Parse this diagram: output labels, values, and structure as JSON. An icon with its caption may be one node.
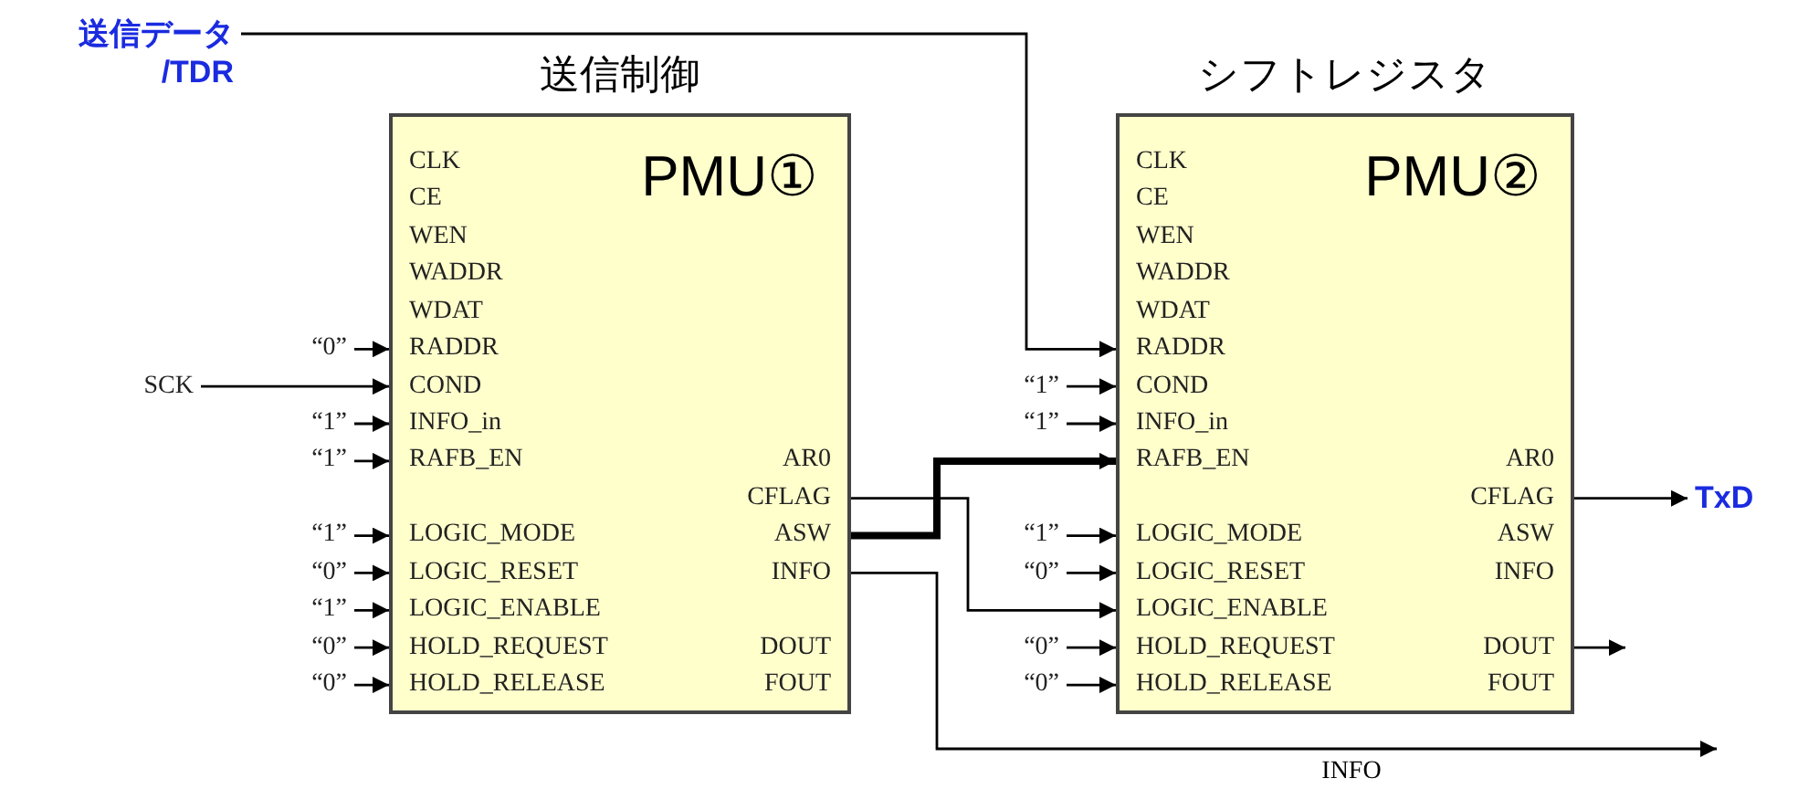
{
  "diagram": {
    "nodes": [
      {
        "text": [
          "送信データ /TDR"
        ]
      },
      {
        "text": [
          "送信制御",
          "PMU①"
        ]
      },
      {
        "text": [
          "CLK"
        ],
        "in": 1
      },
      {
        "text": [
          "CE"
        ],
        "in": 1
      },
      {
        "text": [
          "WEN"
        ],
        "in": 1
      },
      {
        "text": [
          "WADDR"
        ],
        "in": 1
      },
      {
        "text": [
          "WDAT"
        ],
        "in": 1
      },
      {
        "text": [
          "RADDR"
        ],
        "in": 1
      },
      {
        "text": [
          "COND"
        ],
        "in": 1
      },
      {
        "text": [
          "INFO_in"
        ],
        "in": 1
      },
      {
        "text": [
          "RAFB_EN"
        ],
        "in": 1
      },
      {
        "text": [
          "LOGIC_MODE"
        ],
        "in": 1
      },
      {
        "text": [
          "LOGIC_RESET"
        ],
        "in": 1
      },
      {
        "text": [
          "LOGIC_ENABLE"
        ],
        "in": 1
      },
      {
        "text": [
          "HOLD_REQUEST"
        ],
        "in": 1
      },
      {
        "text": [
          "HOLD_RELEASE"
        ],
        "in": 1
      },
      {
        "text": [
          "AR0"
        ],
        "in": 1
      },
      {
        "text": [
          "CFLAG"
        ],
        "in": 1
      },
      {
        "text": [
          "ASW"
        ],
        "in": 1
      },
      {
        "text": [
          "INFO"
        ],
        "in": 1
      },
      {
        "text": [
          "DOUT"
        ],
        "in": 1
      },
      {
        "text": [
          "FOUT"
        ],
        "in": 1
      },
      {
        "text": [
          "シフトレジスタ",
          "PMU②"
        ]
      },
      {
        "text": [
          "CLK"
        ],
        "in": 22
      },
      {
        "text": [
          "CE"
        ],
        "in": 22
      },
      {
        "text": [
          "WEN"
        ],
        "in": 22
      },
      {
        "text": [
          "WADDR"
        ],
        "in": 22
      },
      {
        "text": [
          "WDAT"
        ],
        "in": 22
      },
      {
        "text": [
          "RADDR"
        ],
        "in": 22
      },
      {
        "text": [
          "COND"
        ],
        "in": 22
      },
      {
        "text": [
          "INFO_in"
        ],
        "in": 22
      },
      {
        "text": [
          "RAFB_EN"
        ],
        "in": 22
      },
      {
        "text": [
          "LOGIC_MODE"
        ],
        "in": 22
      },
      {
        "text": [
          "LOGIC_RESET"
        ],
        "in": 22
      },
      {
        "text": [
          "LOGIC_ENABLE"
        ],
        "in": 22
      },
      {
        "text": [
          "HOLD_REQUEST"
        ],
        "in": 22
      },
      {
        "text": [
          "HOLD_RELEASE"
        ],
        "in": 22
      },
      {
        "text": [
          "AR0"
        ],
        "in": 22
      },
      {
        "text": [
          "CFLAG"
        ],
        "in": 22
      },
      {
        "text": [
          "ASW"
        ],
        "in": 22
      },
      {
        "text": [
          "INFO"
        ],
        "in": 22
      },
      {
        "text": [
          "DOUT"
        ],
        "in": 22
      },
      {
        "text": [
          "FOUT"
        ],
        "in": 22
      },
      {
        "text": [
          "“0”"
        ]
      },
      {
        "text": [
          "SCK"
        ]
      },
      {
        "text": [
          "“1”"
        ]
      },
      {
        "text": [
          "“1”"
        ]
      },
      {
        "text": [
          "“1”"
        ]
      },
      {
        "text": [
          "“0”"
        ]
      },
      {
        "text": [
          "“1”"
        ]
      },
      {
        "text": [
          "“0”"
        ]
      },
      {
        "text": [
          "“0”"
        ]
      },
      {
        "text": [
          "“1”"
        ]
      },
      {
        "text": [
          "“1”"
        ]
      },
      {
        "text": [
          "“1”"
        ]
      },
      {
        "text": [
          "“0”"
        ]
      },
      {
        "text": [
          "“0”"
        ]
      },
      {
        "text": [
          "“0”"
        ]
      },
      {
        "text": [
          "TxD"
        ]
      }
    ],
    "edges": [
      {
        "from": 43,
        "to": 7,
        "arrow": "to"
      },
      {
        "from": 44,
        "to": 8,
        "arrow": "to"
      },
      {
        "from": 45,
        "to": 9,
        "arrow": "to"
      },
      {
        "from": 46,
        "to": 10,
        "arrow": "to"
      },
      {
        "from": 47,
        "to": 11,
        "arrow": "to"
      },
      {
        "from": 48,
        "to": 12,
        "arrow": "to"
      },
      {
        "from": 49,
        "to": 13,
        "arrow": "to"
      },
      {
        "from": 50,
        "to": 14,
        "arrow": "to"
      },
      {
        "from": 51,
        "to": 15,
        "arrow": "to"
      },
      {
        "from": 0,
        "to": 28,
        "arrow": "to"
      },
      {
        "from": 52,
        "to": 29,
        "arrow": "to"
      },
      {
        "from": 53,
        "to": 30,
        "arrow": "to"
      },
      {
        "from": 54,
        "to": 32,
        "arrow": "to"
      },
      {
        "from": 55,
        "to": 33,
        "arrow": "to"
      },
      {
        "from": 56,
        "to": 35,
        "arrow": "to"
      },
      {
        "from": 57,
        "to": 36,
        "arrow": "to"
      },
      {
        "from": 17,
        "to": 34,
        "arrow": "to"
      },
      {
        "from": 18,
        "to": 31,
        "arrow": "to",
        "style": "thick"
      },
      {
        "from": 19,
        "to": null,
        "arrow": "to",
        "label": "INFO"
      },
      {
        "from": 38,
        "to": 58,
        "arrow": "to"
      },
      {
        "from": 41,
        "to": null,
        "arrow": "to"
      }
    ]
  }
}
